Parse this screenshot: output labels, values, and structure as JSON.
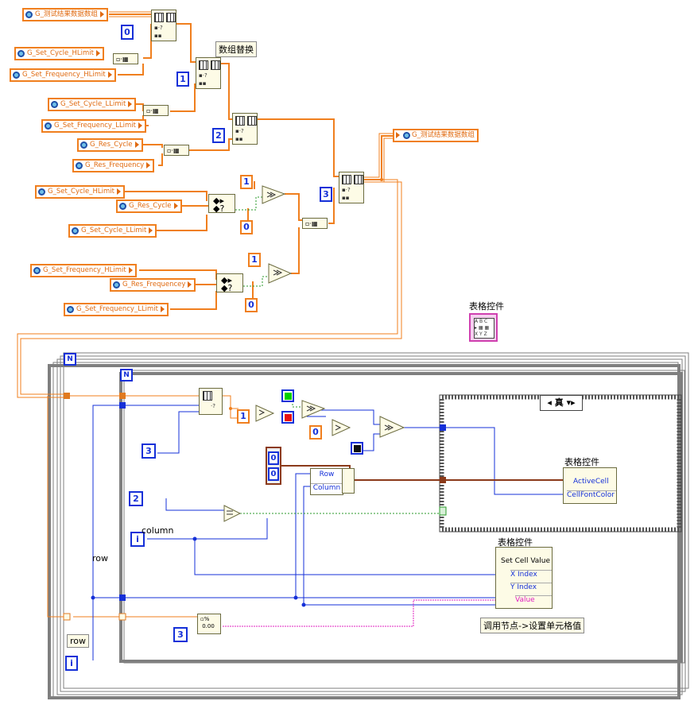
{
  "globals": {
    "test_data_array": "G_测试结果数据数组",
    "set_cycle_hlimit": "G_Set_Cycle_HLimit",
    "set_frequency_hlimit": "G_Set_Frequency_HLimit",
    "set_cycle_llimit": "G_Set_Cycle_LLimit",
    "set_frequency_llimit": "G_Set_Frequency_LLimit",
    "res_cycle": "G_Res_Cycle",
    "res_frequency": "G_Res_Frequency",
    "res_frequencey": "G_Res_Frequencey"
  },
  "constants": {
    "idx0": "0",
    "idx1": "1",
    "idx2": "2",
    "idx3": "3",
    "one": "1",
    "zero": "0",
    "two": "2",
    "three": "3",
    "arr_row": "0",
    "arr_col": "0",
    "i": "i"
  },
  "labels": {
    "array_replace": "数组替换",
    "table_ctrl": "表格控件",
    "case_selector": "真",
    "property_node_title": "表格控件",
    "active_cell": "ActiveCell",
    "cell_font_color": "CellFontColor",
    "invoke_node_title": "表格控件",
    "set_cell_value": "Set Cell Value",
    "x_index": "X Index",
    "y_index": "Y Index",
    "value": "Value",
    "cluster_row": "Row",
    "cluster_column": "Column",
    "column": "column",
    "row": "row",
    "row_box": "row",
    "comment": "调用节点->设置单元格值",
    "loop_n": "N",
    "loop_n_inner": "N"
  },
  "colors": {
    "orange_wire": "#f07f1e",
    "blue_wire": "#1530d8",
    "brown_wire": "#8b3a1a",
    "green_wire": "#2a9a2a",
    "pink_wire": "#e020c0",
    "node_fill": "#fdfbe6"
  }
}
